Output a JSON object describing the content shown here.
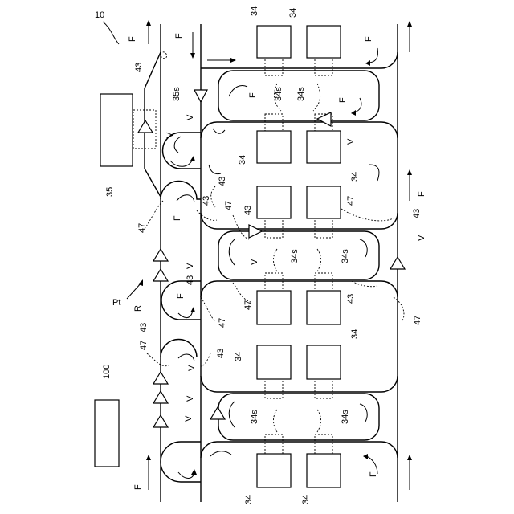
{
  "figure": {
    "ref_main": "10",
    "ref_controller": "100",
    "ref_station": "35",
    "ref_path": "Pt",
    "ref_R": "R",
    "ref_35s": "35s",
    "ref_34": "34",
    "ref_34s": "34s",
    "ref_43": "43",
    "ref_47": "47",
    "ref_V": "V",
    "ref_F": "F"
  }
}
